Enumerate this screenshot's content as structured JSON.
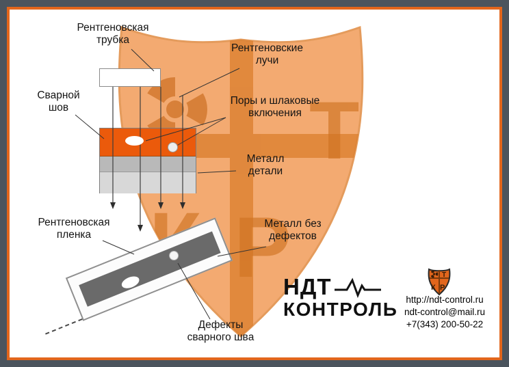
{
  "frame": {
    "outer_color": "#4b545d",
    "inner_border_color": "#e2661c",
    "background": "#ffffff"
  },
  "watermark": {
    "name": "ndt-shield-watermark",
    "shield_fill": "#f19c59",
    "accent": "#d97a28"
  },
  "diagram": {
    "labels": {
      "xray_tube": "Рентгеновская\nтрубка",
      "xray_rays": "Рентгеновские\nлучи",
      "weld_seam": "Сварной\nшов",
      "pores": "Поры и шлаковые\nвключения",
      "metal_part": "Металл\nдетали",
      "xray_film": "Рентгеновская\nпленка",
      "metal_no_defects": "Металл без\nдефектов",
      "weld_defects": "Дефекты\nсварного швa"
    },
    "colors": {
      "weld_orange": "#eb5a0b",
      "metal_gray": "#b9b9b9",
      "metal_light_gray": "#d8d8d8",
      "film_strip_gray": "#6a6a6a"
    }
  },
  "logo": {
    "line1": "НДТ",
    "line2": "КОНТРОЛЬ",
    "pulse_icon": "heartbeat-line",
    "shield_icon": "ndt-brand-shield"
  },
  "contact": {
    "website": "http://ndt-control.ru",
    "email": "ndt-control@mail.ru",
    "phone": "+7(343) 200-50-22"
  }
}
